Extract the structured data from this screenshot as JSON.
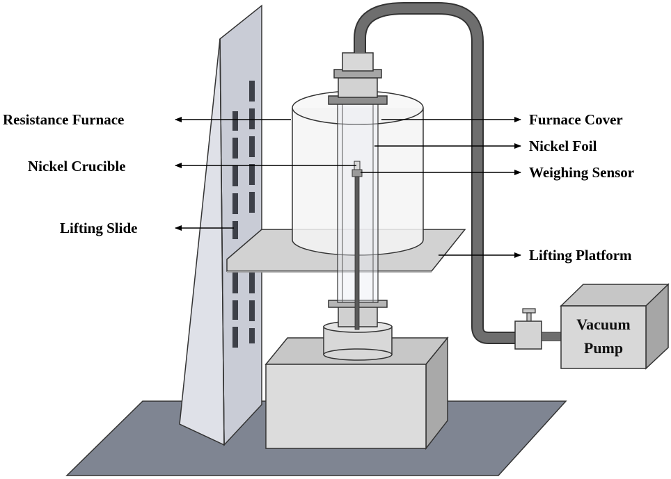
{
  "labels": {
    "resistance_furnace": "Resistance Furnace",
    "nickel_crucible": "Nickel Crucible",
    "lifting_slide": "Lifting Slide",
    "furnace_cover": "Furnace Cover",
    "nickel_foil": "Nickel Foil",
    "weighing_sensor": "Weighing Sensor",
    "lifting_platform": "Lifting Platform",
    "vacuum_pump_line1": "Vacuum",
    "vacuum_pump_line2": "Pump"
  },
  "colors": {
    "base": "#7f8592",
    "slide": "#c9ccd6",
    "slide_side": "#9aa0ad",
    "slot": "#3d4048",
    "box_front": "#dcdcdc",
    "box_top": "#c7c7c7",
    "box_side": "#a9a9a9",
    "hose": "#6e6e6e",
    "outline": "#2b2b2b"
  }
}
